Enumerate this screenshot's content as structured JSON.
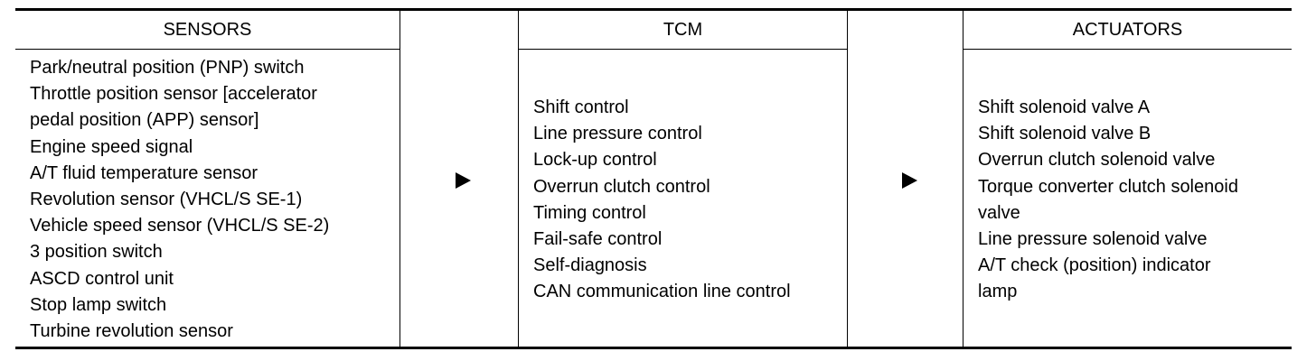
{
  "columns": {
    "sensors": {
      "header": "SENSORS",
      "lines": [
        "Park/neutral position (PNP) switch",
        "Throttle position sensor [accelerator",
        "pedal position (APP) sensor]",
        "Engine speed signal",
        "A/T fluid temperature sensor",
        "Revolution sensor (VHCL/S SE-1)",
        "Vehicle speed sensor (VHCL/S SE-2)",
        "3 position switch",
        "ASCD control unit",
        "Stop lamp switch",
        "Turbine revolution sensor"
      ]
    },
    "tcm": {
      "header": "TCM",
      "lines": [
        "Shift control",
        "Line pressure control",
        "Lock-up control",
        "Overrun clutch control",
        "Timing control",
        "Fail-safe control",
        "Self-diagnosis",
        "CAN communication line control"
      ]
    },
    "actuators": {
      "header": "ACTUATORS",
      "lines": [
        "Shift solenoid valve A",
        "Shift solenoid valve B",
        "Overrun clutch solenoid valve",
        "Torque converter clutch solenoid",
        "valve",
        "Line pressure solenoid valve",
        "A/T check (position) indicator",
        "lamp"
      ]
    }
  },
  "icons": {
    "arrow_1": "right-arrow-icon",
    "arrow_2": "right-arrow-icon"
  }
}
